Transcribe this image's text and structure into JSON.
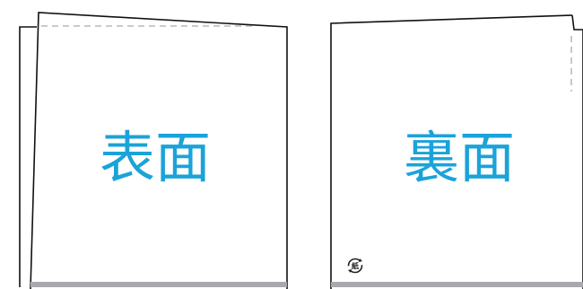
{
  "front": {
    "label": "表面"
  },
  "back": {
    "label": "裏面",
    "recycle_mark_text": "紙"
  },
  "colors": {
    "label": "#1aa3d9",
    "outline": "#111111",
    "dashed_fold": "#aaaaaa",
    "bottom_band": "#a9a9ad"
  },
  "icons": {
    "recycle_mark": "paper-recycle-icon"
  }
}
